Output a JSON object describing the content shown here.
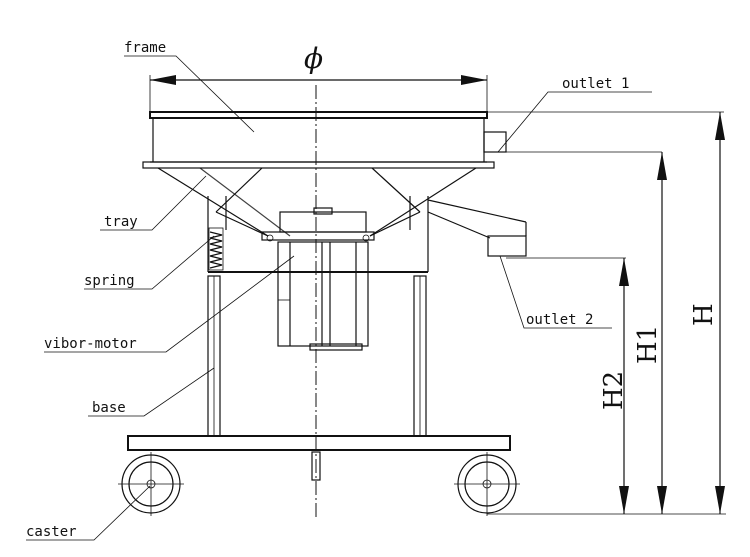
{
  "labels": {
    "frame": "frame",
    "tray": "tray",
    "spring": "spring",
    "vibor_motor": "vibor-motor",
    "base": "base",
    "caster": "caster",
    "outlet1": "outlet 1",
    "outlet2": "outlet 2"
  },
  "dimensions": {
    "diameter": "ϕ",
    "H": "H",
    "H1": "H1",
    "H2": "H2"
  }
}
